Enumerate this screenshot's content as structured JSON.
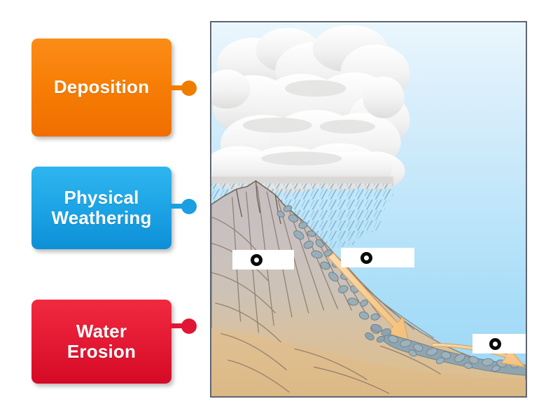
{
  "activity": {
    "type": "labelled-diagram",
    "title": "Weathering, Erosion and Deposition diagram"
  },
  "labels": [
    {
      "id": "deposition",
      "text": "Deposition",
      "color": "#f07c00",
      "connector_icon": "connector-dot-icon"
    },
    {
      "id": "physical-weathering",
      "text": "Physical\nWeathering",
      "line1": "Physical",
      "line2": "Weathering",
      "color": "#1b9fe0",
      "connector_icon": "connector-dot-icon"
    },
    {
      "id": "water-erosion",
      "text": "Water\nErosion",
      "line1": "Water",
      "line2": "Erosion",
      "color": "#e01734",
      "connector_icon": "connector-dot-icon"
    }
  ],
  "blanks": [
    {
      "id": "blank-1",
      "value": "",
      "marker_icon": "target-ring-icon"
    },
    {
      "id": "blank-2",
      "value": "",
      "marker_icon": "target-ring-icon"
    },
    {
      "id": "blank-3",
      "value": "",
      "marker_icon": "target-ring-icon"
    }
  ],
  "illustration": {
    "name": "cliff-rain-erosion-scene",
    "sky_top_color": "#e9f5fd",
    "sky_bottom_color": "#9ed7f6",
    "cloud_color": "#f4f4f4",
    "rain_color": "#7fb7d4",
    "rock_color": "#c3bcbe",
    "sand_color": "#ddb98a",
    "arrow_color": "#f6cb8e",
    "pebble_color": "#8fa3ae",
    "frame_color": "#5f6670",
    "elements": [
      "storm-clouds",
      "rain-streaks",
      "rocky-cliff",
      "tumbling-pebbles",
      "erosion-arrow",
      "deposition-arrow",
      "sediment-deposit"
    ]
  }
}
